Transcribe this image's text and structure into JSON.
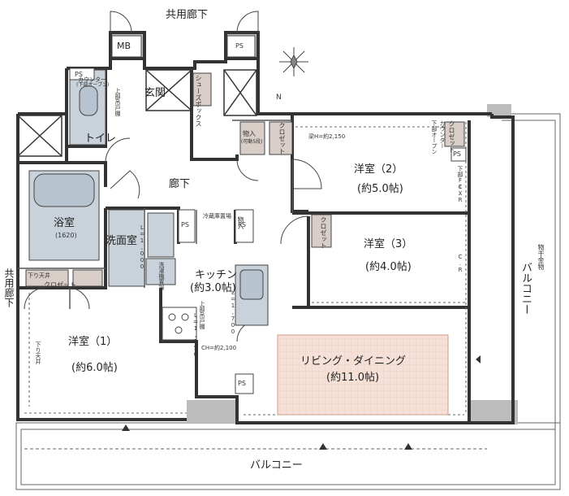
{
  "rooms": {
    "western_1": {
      "name": "洋室（1）",
      "area": "(約6.0帖)"
    },
    "western_2": {
      "name": "洋室（2）",
      "area": "(約5.0帖)"
    },
    "western_3": {
      "name": "洋室（3）",
      "area": "(約4.0帖)"
    },
    "living": {
      "name": "リビング・ダイニング",
      "area": "(約11.0帖)"
    },
    "kitchen": {
      "name": "キッチン",
      "area": "(約3.0帖)"
    },
    "washroom": "洗面室",
    "bathroom": {
      "name": "浴室",
      "size": "(1620)"
    },
    "toilet": "トイレ",
    "entrance": "玄関",
    "hallway": "廊下"
  },
  "labels": {
    "common_corridor_top": "共用廊下",
    "common_corridor_left": "共用廊下",
    "balcony_bottom": "バルコニー",
    "balcony_right": "バルコニー",
    "laundry_hanger": "物干金物",
    "mb": "MB",
    "ps": "PS",
    "shoe_box": "シューズボックス",
    "storage_1": "物入",
    "storage_1_sub": "(可動5段)",
    "storage_2": "物入",
    "closet_main": "クロゼット",
    "closet_w1": "クロゼット",
    "closet_w2": "クロゼット",
    "closet_w3": "クロゼット",
    "counter_toilet": "カウンター",
    "counter_toilet_sub": "(下部オープン)",
    "counter_w2": "カウンター",
    "counter_w2_sub": "下部オープン",
    "toilet_shelf": "上部吊戸棚",
    "lower_ceiling": "下り天井",
    "lower_ceiling_short": "下り天井",
    "fridge": "冷蔵庫置場",
    "washer": "洗濯機置場",
    "upper_cabinet": "上部吊戸棚",
    "ceiling_height": "CH=約2,100",
    "beam_height": "梁H=約2,150",
    "fix_window": "下部FIX",
    "cr_1": "C.R",
    "cr_2": "C.R",
    "l_1000": "L=1,000",
    "l_1700": "L=1,700",
    "l_1150": "L=1,150",
    "north": "N"
  }
}
